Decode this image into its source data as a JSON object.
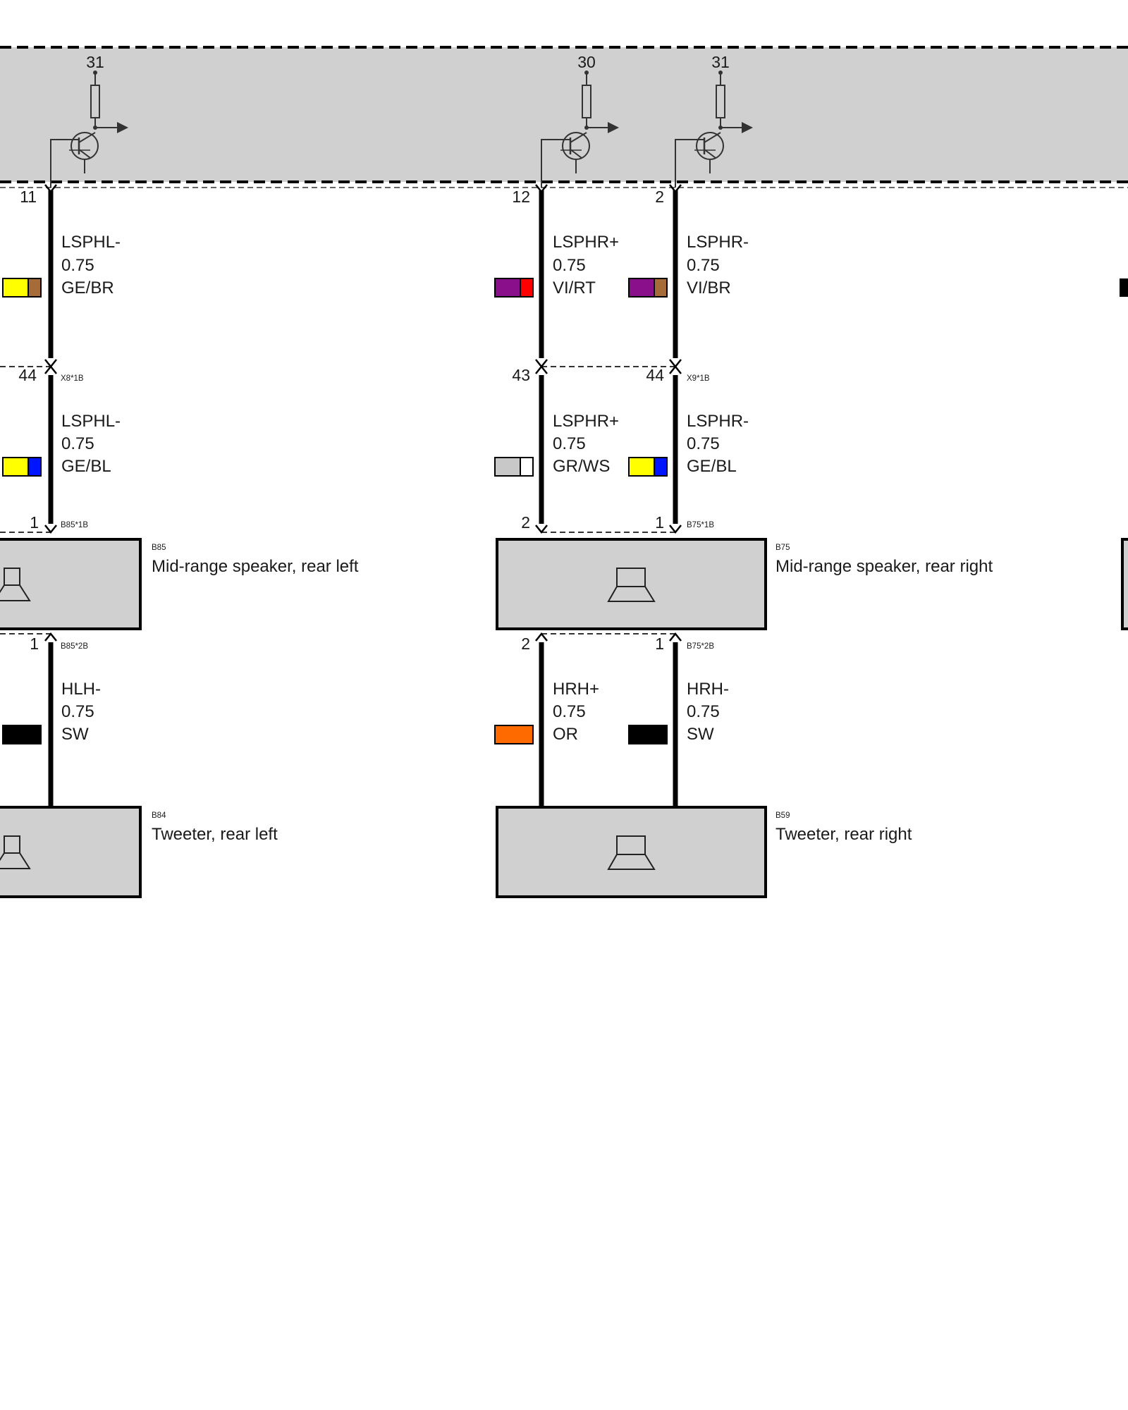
{
  "colors": {
    "ecu_fill": "#d0d0d0",
    "component_fill": "#d0d0d0",
    "wire": "#000000",
    "GE": "#ffff00",
    "BR": "#a56c3a",
    "BL": "#0015ff",
    "VI": "#8a0f8a",
    "RT": "#ff0000",
    "GR": "#c8c8c8",
    "WS": "#ffffff",
    "OR": "#ff6a00",
    "SW": "#000000"
  },
  "ecu": {
    "supplies": [
      {
        "label": "31",
        "icon": "transistor-driver-icon"
      },
      {
        "label": "30",
        "icon": "transistor-driver-icon"
      },
      {
        "label": "31",
        "icon": "transistor-driver-icon"
      }
    ]
  },
  "wires": {
    "left": {
      "top": {
        "pin": "11",
        "signal": "LSPHL-",
        "size": "0.75",
        "color_code": "GE/BR",
        "colors": [
          "GE",
          "BR"
        ]
      },
      "connector": "X8*1B",
      "mid": {
        "pin": "44",
        "signal": "LSPHL-",
        "size": "0.75",
        "color_code": "GE/BL",
        "colors": [
          "GE",
          "BL"
        ]
      },
      "speaker_pin": "1",
      "tweeter_pin": "1",
      "bottom": {
        "signal": "HLH-",
        "size": "0.75",
        "color_code": "SW",
        "colors": [
          "SW"
        ]
      }
    },
    "right_plus": {
      "top": {
        "pin": "12",
        "signal": "LSPHR+",
        "size": "0.75",
        "color_code": "VI/RT",
        "colors": [
          "VI",
          "RT"
        ]
      },
      "mid": {
        "pin": "43",
        "signal": "LSPHR+",
        "size": "0.75",
        "color_code": "GR/WS",
        "colors": [
          "GR",
          "WS"
        ]
      },
      "speaker_pin": "2",
      "tweeter_pin": "2",
      "bottom": {
        "signal": "HRH+",
        "size": "0.75",
        "color_code": "OR",
        "colors": [
          "OR"
        ]
      }
    },
    "right_minus": {
      "top": {
        "pin": "2",
        "signal": "LSPHR-",
        "size": "0.75",
        "color_code": "VI/BR",
        "colors": [
          "VI",
          "BR"
        ]
      },
      "connector": "X9*1B",
      "mid": {
        "pin": "44",
        "signal": "LSPHR-",
        "size": "0.75",
        "color_code": "GE/BL",
        "colors": [
          "GE",
          "BL"
        ]
      },
      "speaker_pin": "1",
      "tweeter_pin": "1",
      "bottom": {
        "signal": "HRH-",
        "size": "0.75",
        "color_code": "SW",
        "colors": [
          "SW"
        ]
      }
    }
  },
  "components": {
    "b85": {
      "code": "B85",
      "name": "Mid-range speaker, rear left",
      "connector1": "B85*1B",
      "connector2": "B85*2B",
      "icon": "speaker-icon"
    },
    "b75": {
      "code": "B75",
      "name": "Mid-range speaker, rear right",
      "connector1": "B75*1B",
      "connector2": "B75*2B",
      "icon": "speaker-icon"
    },
    "b84": {
      "code": "B84",
      "name": "Tweeter, rear left",
      "icon": "speaker-icon"
    },
    "b59": {
      "code": "B59",
      "name": "Tweeter, rear right",
      "icon": "speaker-icon"
    }
  }
}
